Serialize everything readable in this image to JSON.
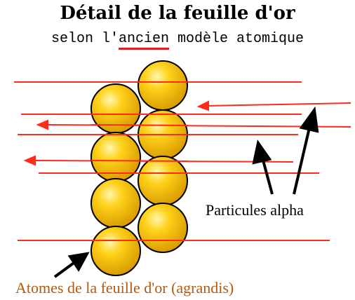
{
  "header": {
    "title": "Détail de la feuille d'or",
    "subtitle_before": "selon l'",
    "subtitle_highlight": "ancien",
    "subtitle_after": " modèle atomique"
  },
  "labels": {
    "alpha_particles": "Particules alpha",
    "gold_atoms": "Atomes de la feuille d'or (agrandis)"
  },
  "colors": {
    "ray": "#ff2a1a",
    "atom_fill": "#f2b400",
    "atom_highlight": "#fff2a0",
    "atom_stroke": "#000000",
    "arrow": "#000000",
    "atoms_label": "#b25a10",
    "highlight_underline": "#e02020"
  }
}
